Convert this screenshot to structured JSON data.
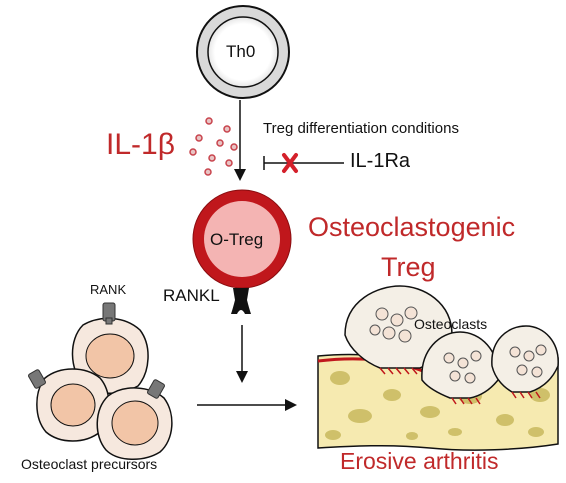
{
  "colors": {
    "red_text": "#c0292a",
    "treg_ring": "#c0171c",
    "treg_fill": "#f4b4b3",
    "cytokine_dot": "#c8434c",
    "inhibit_x": "#d4202b",
    "bone_fill": "#f6eab0",
    "bone_pore": "#cfc06a",
    "cell_outer": "#f6e8de",
    "cell_nucleus": "#f2c5a7",
    "receptor": "#777777"
  },
  "icons": [
    "th0-cell-icon",
    "o-treg-cell-icon",
    "rankl-receptor-icon",
    "rank-receptor-icon",
    "osteoclast-precursor-icon",
    "osteoclast-icon",
    "bone-icon",
    "inhibition-x-icon",
    "cytokine-dots-icon"
  ],
  "labels": {
    "th0": "Th0",
    "il1b": "IL-1β",
    "treg_conditions": "Treg differentiation conditions",
    "il1ra": "IL-1Ra",
    "otreg": "O-Treg",
    "osteoclastogenic_line1": "Osteoclastogenic",
    "osteoclastogenic_line2": "Treg",
    "rankl": "RANKL",
    "rank": "RANK",
    "osteoclasts": "Osteoclasts",
    "precursors": "Osteoclast precursors",
    "erosive": "Erosive arthritis"
  }
}
